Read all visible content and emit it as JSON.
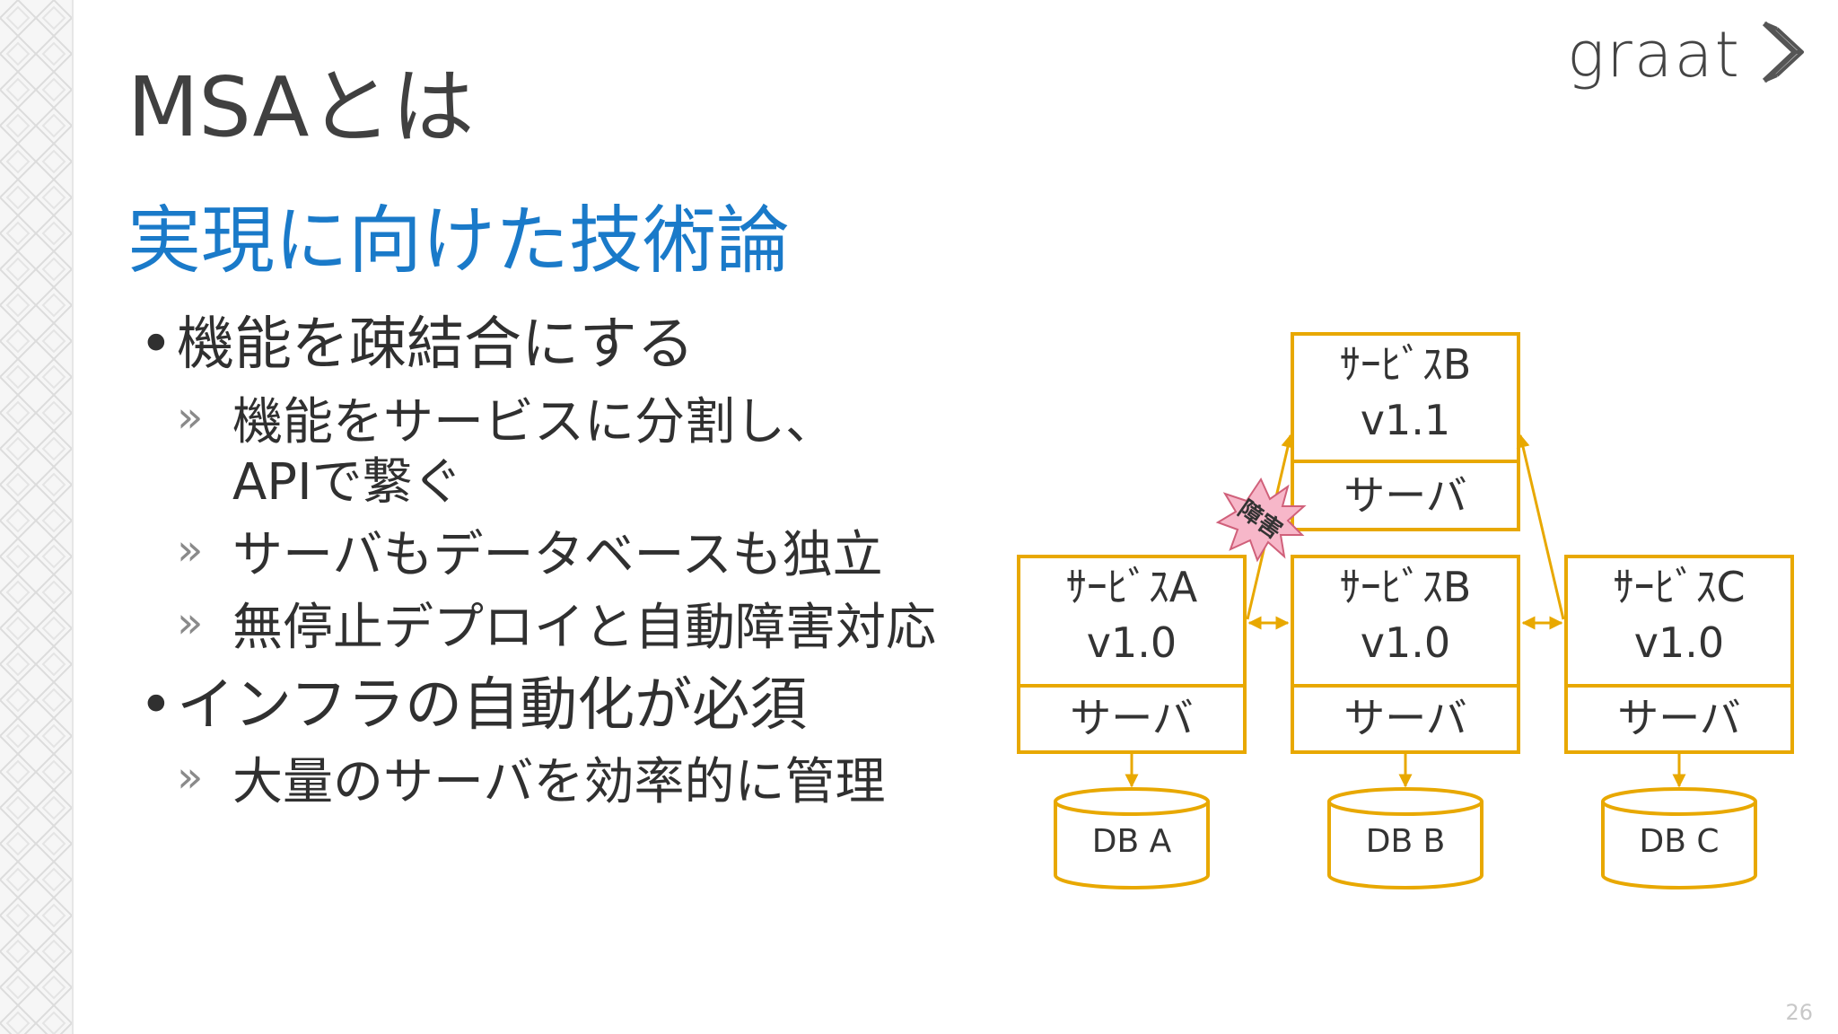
{
  "slide": {
    "title": "MSAとは",
    "subtitle": "実現に向けた技術論",
    "page_number": "26",
    "logo_text": "graat"
  },
  "bullets": [
    {
      "text": "機能を疎結合にする",
      "sub": [
        {
          "lines": [
            "機能をサービスに分割し、",
            "APIで繋ぐ"
          ]
        },
        {
          "lines": [
            "サーバもデータベースも独立"
          ]
        },
        {
          "lines": [
            "無停止デプロイと自動障害対応"
          ]
        }
      ]
    },
    {
      "text": "インフラの自動化が必須",
      "sub": [
        {
          "lines": [
            "大量のサーバを効率的に管理"
          ]
        }
      ]
    }
  ],
  "diagram": {
    "colors": {
      "border": "#e8a800",
      "fault_fill": "#f7b7c9",
      "fault_stroke": "#d0607a"
    },
    "services": [
      {
        "name": "ｻｰﾋﾞｽA",
        "version": "v1.0",
        "server": "サーバ",
        "db": "DB A"
      },
      {
        "name": "ｻｰﾋﾞｽB",
        "version": "v1.0",
        "server": "サーバ",
        "db": "DB B"
      },
      {
        "name": "ｻｰﾋﾞｽC",
        "version": "v1.0",
        "server": "サーバ",
        "db": "DB C"
      }
    ],
    "upgraded": {
      "name": "ｻｰﾋﾞｽB",
      "version": "v1.1",
      "server": "サーバ"
    },
    "fault_label": "障害"
  }
}
